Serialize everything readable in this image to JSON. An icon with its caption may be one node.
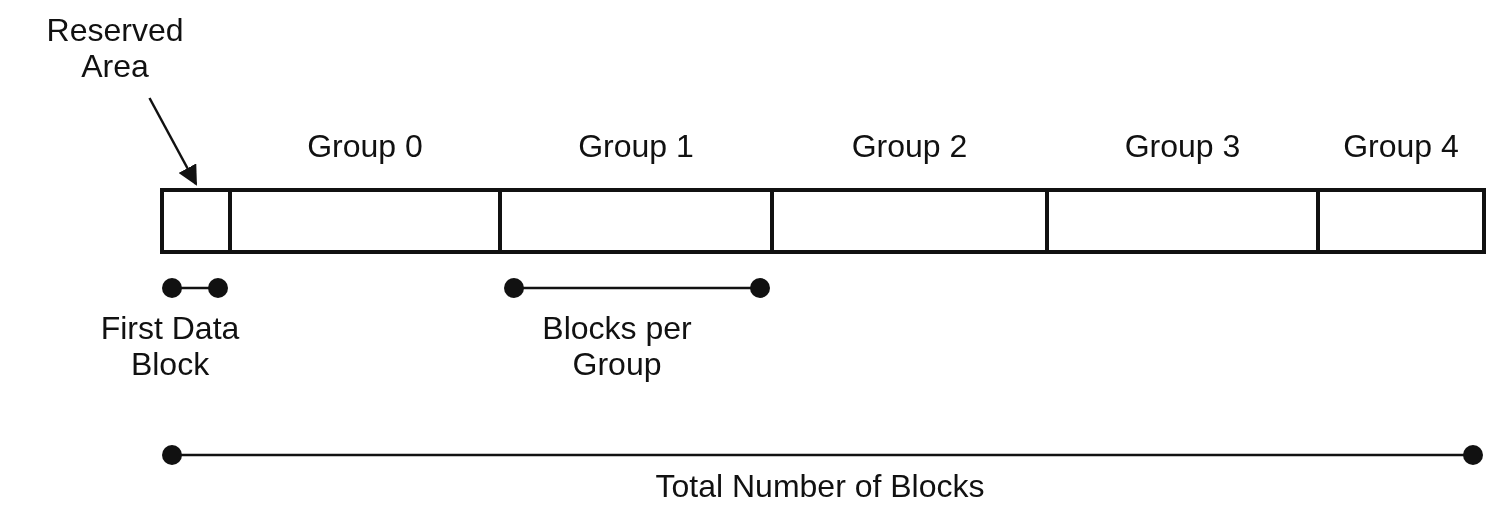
{
  "diagram": {
    "nodes": [
      {
        "text": [
          "Reserved Area"
        ]
      },
      {
        "text": [],
        "shape": "box"
      },
      {
        "text": [
          "Group 0"
        ]
      },
      {
        "text": [
          "Group 1"
        ]
      },
      {
        "text": [
          "Group 2"
        ]
      },
      {
        "text": [
          "Group 3"
        ]
      },
      {
        "text": [
          "Group 4"
        ]
      }
    ],
    "edges": [
      {
        "from": 0,
        "to": 1,
        "arrow": "to"
      }
    ],
    "labels": [
      "First Data Block",
      "Blocks per Group",
      "Total Number of Blocks"
    ]
  }
}
